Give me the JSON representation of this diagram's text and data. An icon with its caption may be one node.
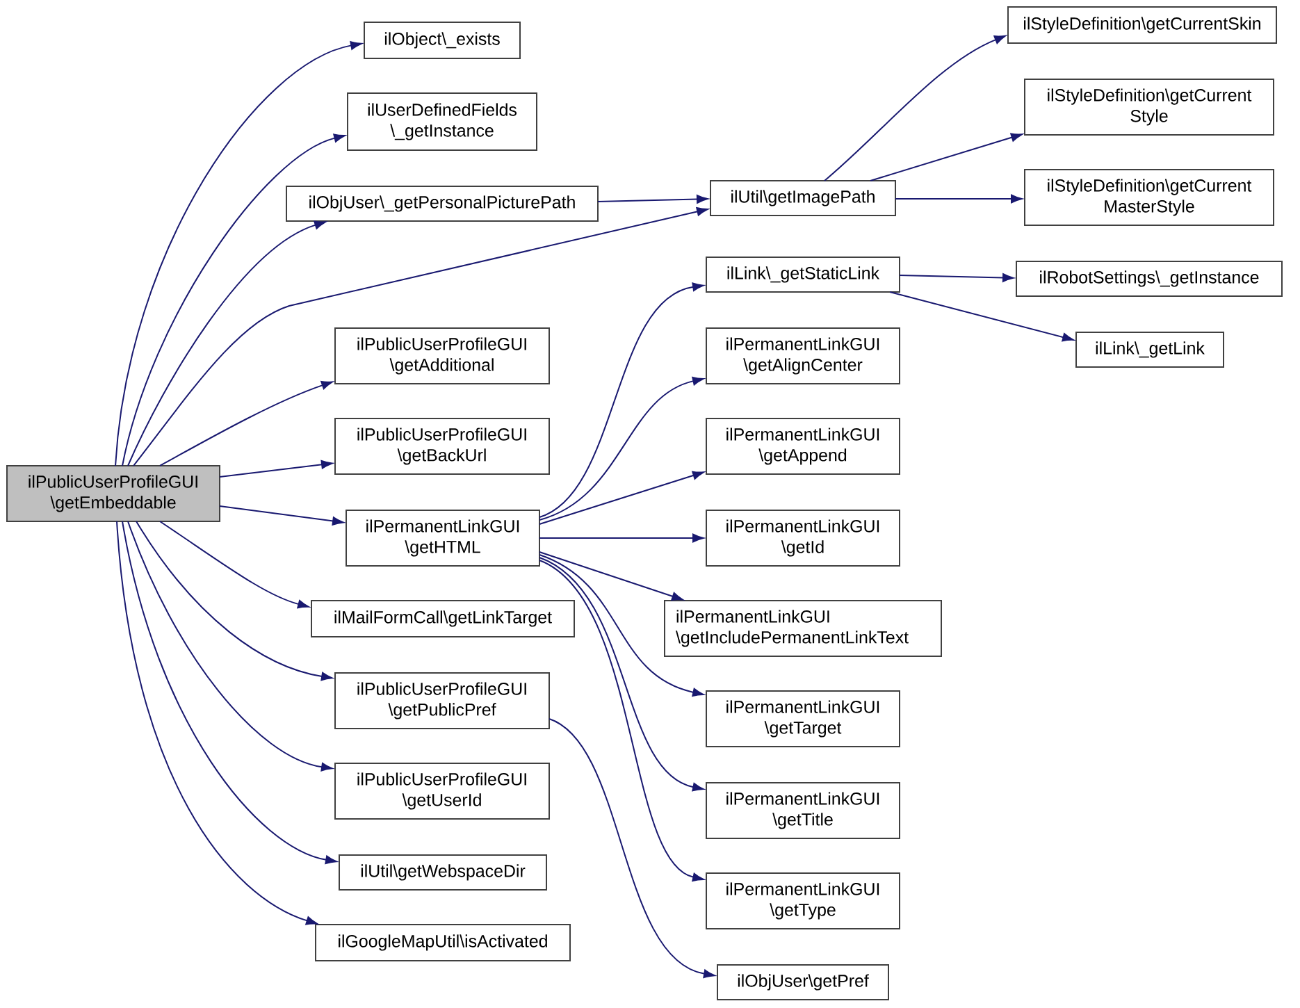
{
  "diagram": {
    "nodes": [
      {
        "text": [
          "ilPublicUserProfileGUI \\getEmbeddable"
        ]
      },
      {
        "text": [
          "ilObject\\_exists"
        ]
      },
      {
        "text": [
          "ilUserDefinedFields \\_getInstance"
        ]
      },
      {
        "text": [
          "ilObjUser\\_getPersonalPicturePath"
        ]
      },
      {
        "text": [
          "ilPublicUserProfileGUI \\getAdditional"
        ]
      },
      {
        "text": [
          "ilPublicUserProfileGUI \\getBackUrl"
        ]
      },
      {
        "text": [
          "ilPermanentLinkGUI \\getHTML"
        ]
      },
      {
        "text": [
          "ilMailFormCall\\getLinkTarget"
        ]
      },
      {
        "text": [
          "ilPublicUserProfileGUI \\getPublicPref"
        ]
      },
      {
        "text": [
          "ilPublicUserProfileGUI \\getUserId"
        ]
      },
      {
        "text": [
          "ilUtil\\getWebspaceDir"
        ]
      },
      {
        "text": [
          "ilGoogleMapUtil\\isActivated"
        ]
      },
      {
        "text": [
          "ilUtil\\getImagePath"
        ]
      },
      {
        "text": [
          "ilLink\\_getStaticLink"
        ]
      },
      {
        "text": [
          "ilPermanentLinkGUI \\getAlignCenter"
        ]
      },
      {
        "text": [
          "ilPermanentLinkGUI \\getAppend"
        ]
      },
      {
        "text": [
          "ilPermanentLinkGUI \\getId"
        ]
      },
      {
        "text": [
          "ilPermanentLinkGUI \\getIncludePermanentLinkText"
        ]
      },
      {
        "text": [
          "ilPermanentLinkGUI \\getTarget"
        ]
      },
      {
        "text": [
          "ilPermanentLinkGUI \\getTitle"
        ]
      },
      {
        "text": [
          "ilPermanentLinkGUI \\getType"
        ]
      },
      {
        "text": [
          "ilObjUser\\getPref"
        ]
      },
      {
        "text": [
          "ilStyleDefinition\\getCurrentSkin"
        ]
      },
      {
        "text": [
          "ilStyleDefinition\\getCurrent Style"
        ]
      },
      {
        "text": [
          "ilStyleDefinition\\getCurrent MasterStyle"
        ]
      },
      {
        "text": [
          "ilRobotSettings\\_getInstance"
        ]
      },
      {
        "text": [
          "ilLink\\_getLink"
        ]
      }
    ],
    "edges": [
      {
        "from": 0,
        "to": 1,
        "arrow": "to"
      },
      {
        "from": 0,
        "to": 2,
        "arrow": "to"
      },
      {
        "from": 0,
        "to": 3,
        "arrow": "to"
      },
      {
        "from": 0,
        "to": 12,
        "arrow": "to"
      },
      {
        "from": 0,
        "to": 4,
        "arrow": "to"
      },
      {
        "from": 0,
        "to": 5,
        "arrow": "to"
      },
      {
        "from": 0,
        "to": 6,
        "arrow": "to"
      },
      {
        "from": 0,
        "to": 7,
        "arrow": "to"
      },
      {
        "from": 0,
        "to": 8,
        "arrow": "to"
      },
      {
        "from": 0,
        "to": 9,
        "arrow": "to"
      },
      {
        "from": 0,
        "to": 10,
        "arrow": "to"
      },
      {
        "from": 0,
        "to": 11,
        "arrow": "to"
      },
      {
        "from": 3,
        "to": 12,
        "arrow": "to"
      },
      {
        "from": 12,
        "to": 22,
        "arrow": "to"
      },
      {
        "from": 12,
        "to": 23,
        "arrow": "to"
      },
      {
        "from": 12,
        "to": 24,
        "arrow": "to"
      },
      {
        "from": 6,
        "to": 13,
        "arrow": "to"
      },
      {
        "from": 6,
        "to": 14,
        "arrow": "to"
      },
      {
        "from": 6,
        "to": 15,
        "arrow": "to"
      },
      {
        "from": 6,
        "to": 16,
        "arrow": "to"
      },
      {
        "from": 6,
        "to": 17,
        "arrow": "to"
      },
      {
        "from": 6,
        "to": 18,
        "arrow": "to"
      },
      {
        "from": 6,
        "to": 19,
        "arrow": "to"
      },
      {
        "from": 6,
        "to": 20,
        "arrow": "to"
      },
      {
        "from": 8,
        "to": 21,
        "arrow": "to"
      },
      {
        "from": 13,
        "to": 25,
        "arrow": "to"
      },
      {
        "from": 13,
        "to": 26,
        "arrow": "to"
      }
    ]
  }
}
